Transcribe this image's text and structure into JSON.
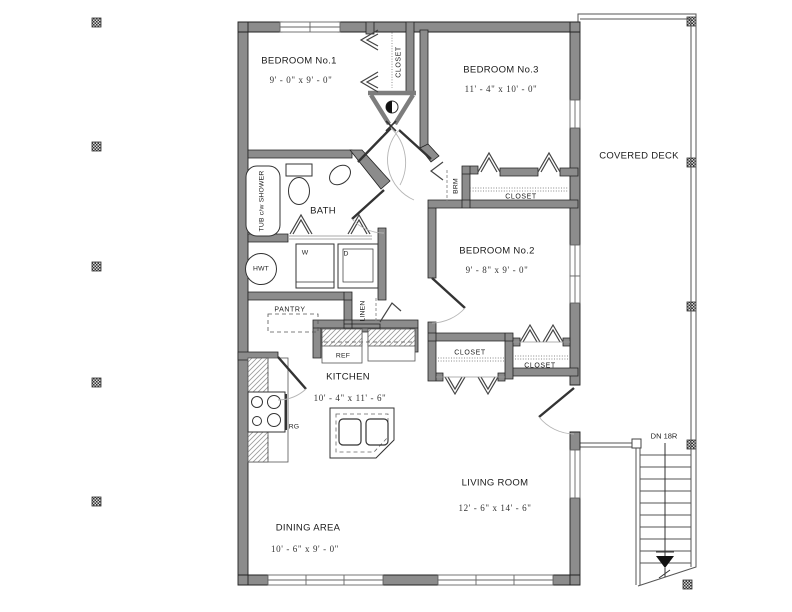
{
  "plan": {
    "rooms": {
      "bedroom1": {
        "name": "BEDROOM No.1",
        "dims": "9' - 0\" x 9' - 0\""
      },
      "bedroom3": {
        "name": "BEDROOM No.3",
        "dims": "11' - 4\" x 10' - 0\""
      },
      "bedroom2": {
        "name": "BEDROOM No.2",
        "dims": "9' - 8\" x 9' - 0\""
      },
      "kitchen": {
        "name": "KITCHEN",
        "dims": "10' - 4\" x 11' - 6\""
      },
      "living_room": {
        "name": "LIVING ROOM",
        "dims": "12' - 6\" x 14' - 6\""
      },
      "dining_area": {
        "name": "DINING AREA",
        "dims": "10' - 6\" x 9' - 0\""
      },
      "bath": {
        "name": "BATH"
      },
      "covered_deck": {
        "name": "COVERED DECK"
      }
    },
    "labels": {
      "closet": "CLOSET",
      "pantry": "PANTRY",
      "linen": "LINEN",
      "broom": "BRM",
      "fridge": "REF",
      "range": "RG",
      "water_heater": "HWT",
      "washer": "W",
      "dryer": "D",
      "tub": "TUB c/w SHOWER",
      "stairs_down": "DN 18R"
    },
    "colors": {
      "wall": "#8c8c8c",
      "line": "#1c1c1c",
      "thin": "#555555",
      "arc": "#b5b5b5",
      "bg": "#ffffff"
    }
  }
}
